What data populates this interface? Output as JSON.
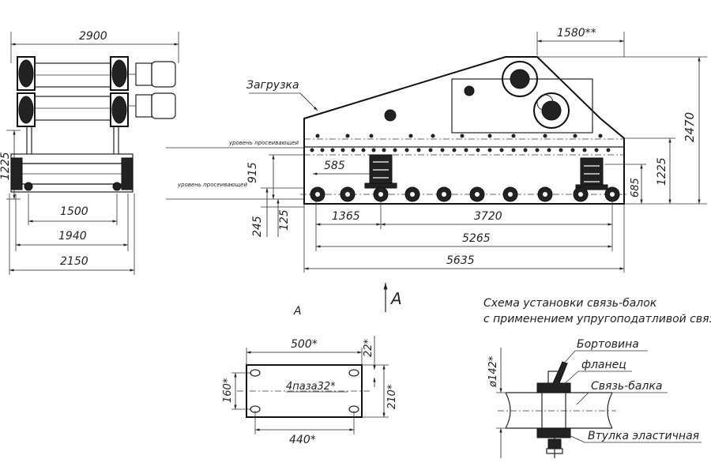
{
  "front_view": {
    "dim_overall_top": "2900",
    "dim_height": "1225",
    "dim_1500": "1500",
    "dim_1940": "1940",
    "dim_2150": "2150"
  },
  "side_view": {
    "label_loading": "Загрузка",
    "label_upper_level": "уровень просеивающей",
    "label_lower_level": "уровень просеивающей",
    "dim_1580": "1580**",
    "dim_2470": "2470",
    "dim_1225": "1225",
    "dim_915": "915",
    "dim_585": "585",
    "dim_685": "685",
    "dim_245": "245",
    "dim_125": "125",
    "dim_1365": "1365",
    "dim_3720": "3720",
    "dim_5265": "5265",
    "dim_5635": "5635",
    "view_arrow_label": "A"
  },
  "foot_view": {
    "title": "А",
    "dim_500": "500*",
    "dim_22": "22*",
    "dim_160": "160*",
    "dim_210": "210*",
    "dim_440": "440*",
    "slots_label": "4паза32*"
  },
  "scheme": {
    "title_line1": "Схема установки связь-балок",
    "title_line2": "с применением упругоподатливой связи",
    "dim_diameter": "ø142*",
    "label_flange_bead": "Бортовина",
    "label_flange": "фланец",
    "label_beam": "Связь-балка",
    "label_bushing": "Втулка эластичная"
  }
}
